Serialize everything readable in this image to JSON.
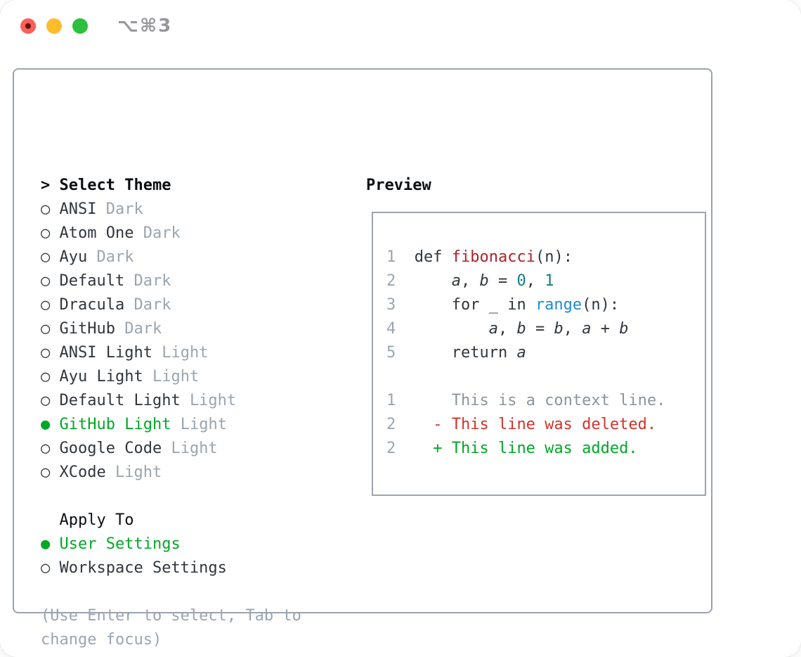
{
  "window": {
    "shortcut_label": "⌥⌘3"
  },
  "colors": {
    "selected_green": "#00a826",
    "added_green": "#00a826",
    "deleted_red": "#d1342b",
    "function_red": "#ab2328",
    "number_teal": "#0e7d84",
    "builtin_blue": "#1e8bc9",
    "muted_gray": "#9aa5b1",
    "context_gray": "#8b949d",
    "text_dark": "#30363d"
  },
  "theme_selector": {
    "header": {
      "prompt": ">",
      "label": "Select Theme"
    },
    "items": [
      {
        "marker": "○",
        "name": "ANSI",
        "tag": "Dark",
        "selected": false
      },
      {
        "marker": "○",
        "name": "Atom One",
        "tag": "Dark",
        "selected": false
      },
      {
        "marker": "○",
        "name": "Ayu",
        "tag": "Dark",
        "selected": false
      },
      {
        "marker": "○",
        "name": "Default",
        "tag": "Dark",
        "selected": false
      },
      {
        "marker": "○",
        "name": "Dracula",
        "tag": "Dark",
        "selected": false
      },
      {
        "marker": "○",
        "name": "GitHub",
        "tag": "Dark",
        "selected": false
      },
      {
        "marker": "○",
        "name": "ANSI Light",
        "tag": "Light",
        "selected": false
      },
      {
        "marker": "○",
        "name": "Ayu Light",
        "tag": "Light",
        "selected": false
      },
      {
        "marker": "○",
        "name": "Default Light",
        "tag": "Light",
        "selected": false
      },
      {
        "marker": "●",
        "name": "GitHub Light",
        "tag": "Light",
        "selected": true
      },
      {
        "marker": "○",
        "name": "Google Code",
        "tag": "Light",
        "selected": false
      },
      {
        "marker": "○",
        "name": "XCode",
        "tag": "Light",
        "selected": false
      }
    ]
  },
  "apply_to": {
    "header": "Apply To",
    "items": [
      {
        "marker": "●",
        "name": "User Settings",
        "selected": true
      },
      {
        "marker": "○",
        "name": "Workspace Settings",
        "selected": false
      }
    ]
  },
  "hint": {
    "lines": [
      "(Use Enter to select, Tab to",
      "change focus)"
    ]
  },
  "preview": {
    "title": "Preview",
    "code_lines": [
      {
        "number": "1",
        "segments": [
          {
            "text": "def ",
            "style": "plain"
          },
          {
            "text": "fibonacci",
            "style": "function"
          },
          {
            "text": "(n):",
            "style": "plain"
          }
        ]
      },
      {
        "number": "2",
        "segments": [
          {
            "text": "    ",
            "style": "plain"
          },
          {
            "text": "a",
            "style": "variable"
          },
          {
            "text": ", ",
            "style": "plain"
          },
          {
            "text": "b",
            "style": "variable"
          },
          {
            "text": " = ",
            "style": "plain"
          },
          {
            "text": "0",
            "style": "number"
          },
          {
            "text": ", ",
            "style": "plain"
          },
          {
            "text": "1",
            "style": "number"
          }
        ]
      },
      {
        "number": "3",
        "segments": [
          {
            "text": "    for _ in ",
            "style": "plain"
          },
          {
            "text": "range",
            "style": "builtin"
          },
          {
            "text": "(n):",
            "style": "plain"
          }
        ]
      },
      {
        "number": "4",
        "segments": [
          {
            "text": "        ",
            "style": "plain"
          },
          {
            "text": "a",
            "style": "variable"
          },
          {
            "text": ", ",
            "style": "plain"
          },
          {
            "text": "b",
            "style": "variable"
          },
          {
            "text": " = ",
            "style": "plain"
          },
          {
            "text": "b",
            "style": "variable"
          },
          {
            "text": ", ",
            "style": "plain"
          },
          {
            "text": "a",
            "style": "variable"
          },
          {
            "text": " + ",
            "style": "plain"
          },
          {
            "text": "b",
            "style": "variable"
          }
        ]
      },
      {
        "number": "5",
        "segments": [
          {
            "text": "    return ",
            "style": "plain"
          },
          {
            "text": "a",
            "style": "variable"
          }
        ]
      }
    ],
    "diff_lines": [
      {
        "number": "1",
        "marker": " ",
        "text": "This is a context line.",
        "kind": "context"
      },
      {
        "number": "2",
        "marker": "-",
        "text": "This line was deleted.",
        "kind": "deleted"
      },
      {
        "number": "2",
        "marker": "+",
        "text": "This line was added.",
        "kind": "added"
      }
    ]
  }
}
